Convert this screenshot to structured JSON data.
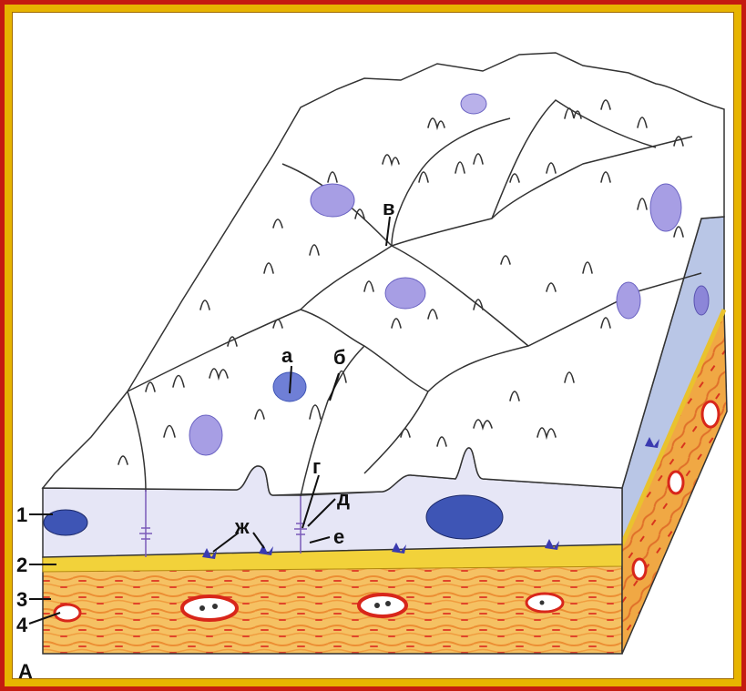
{
  "colors": {
    "frame_outer": "#c41b10",
    "frame_inner": "#e7b400",
    "epithelium": "#ffffff",
    "cell_outline": "#333333",
    "nucleus": "#8c86d8",
    "nucleus_dark": "#3e55b5",
    "basement_membrane": "#f2d23a",
    "connective_tissue": "#f3b04a",
    "fibers": "#e05a2a",
    "vessel": "#d8261a"
  },
  "labels": {
    "a": "а",
    "b": "б",
    "v": "в",
    "g": "г",
    "d": "д",
    "e": "е",
    "zh": "ж",
    "n1": "1",
    "n2": "2",
    "n3": "3",
    "n4": "4",
    "A": "А"
  }
}
